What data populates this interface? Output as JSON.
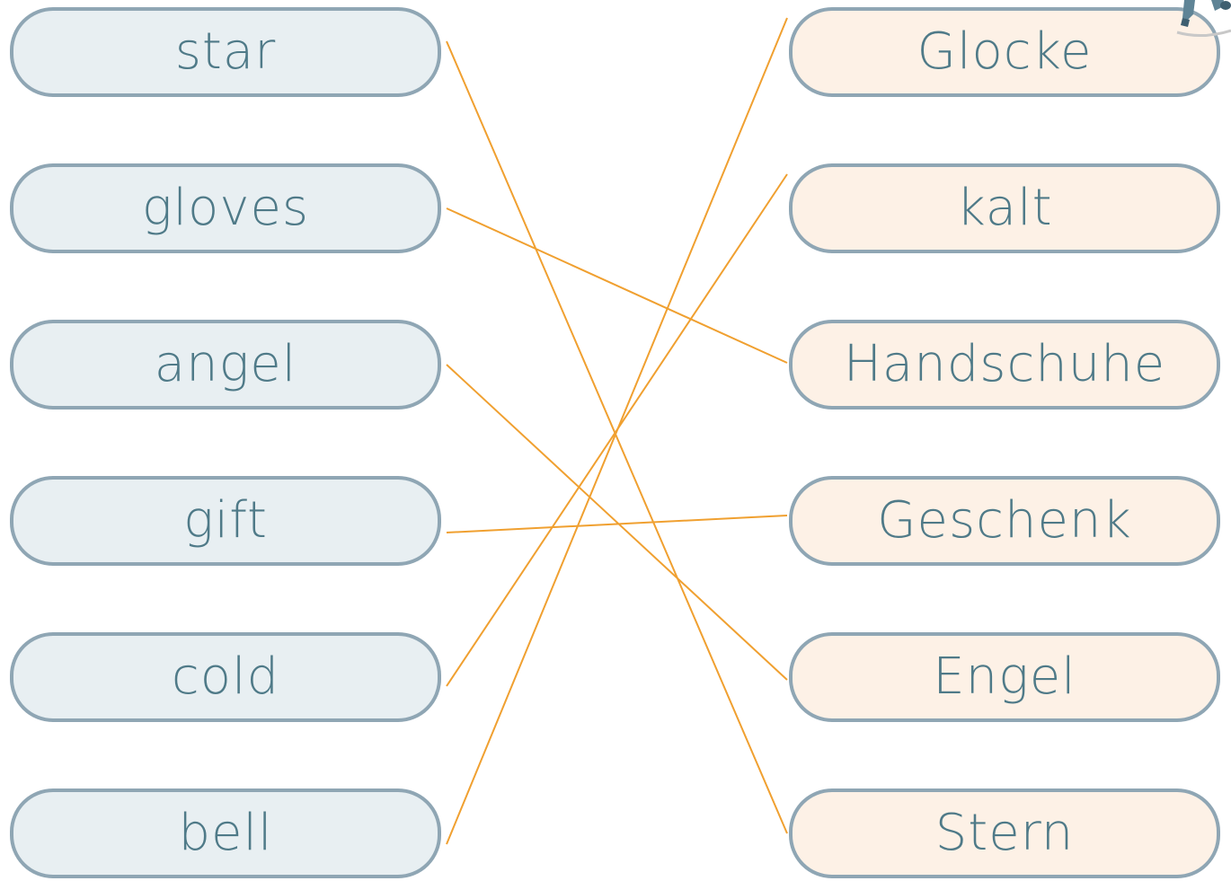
{
  "english_words": [
    "star",
    "gloves",
    "angel",
    "gift",
    "cold",
    "bell"
  ],
  "german_words": [
    "Glocke",
    "kalt",
    "Handschuhe",
    "Geschenk",
    "Engel",
    "Stern"
  ],
  "connections": [
    {
      "from": "star",
      "to": "Stern"
    },
    {
      "from": "gloves",
      "to": "Handschuhe"
    },
    {
      "from": "angel",
      "to": "Engel"
    },
    {
      "from": "gift",
      "to": "Geschenk"
    },
    {
      "from": "cold",
      "to": "kalt"
    },
    {
      "from": "bell",
      "to": "Glocke"
    }
  ],
  "colors": {
    "line": "#f0a030",
    "left_fill": "#e8eff2",
    "right_fill": "#fdf1e6",
    "border": "#8fa6b4",
    "text": "#4f7a88"
  },
  "decoration_icon": "figure-feet-icon"
}
